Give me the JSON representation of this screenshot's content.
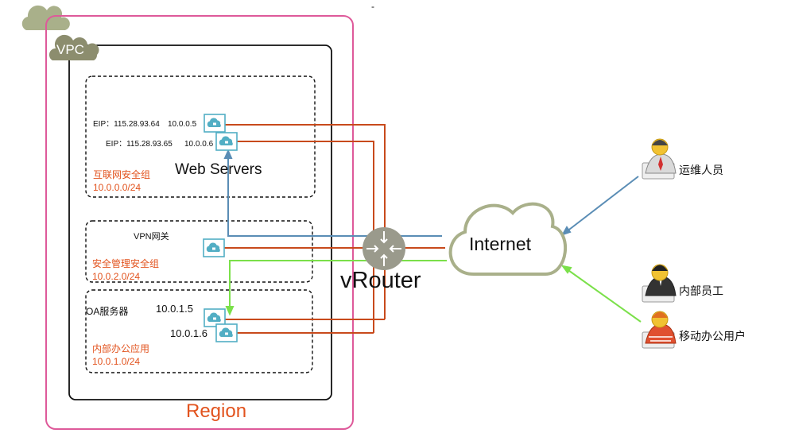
{
  "region": {
    "label": "Region"
  },
  "vpc": {
    "label": "VPC"
  },
  "web_zone": {
    "title": "Web Servers",
    "group_name": "互联网安全组",
    "cidr": "10.0.0.0/24",
    "servers": [
      {
        "eip": "EIP：115.28.93.64",
        "ip": "10.0.0.5"
      },
      {
        "eip": "EIP：115.28.93.65",
        "ip": "10.0.0.6"
      }
    ]
  },
  "vpn_zone": {
    "gateway_label": "VPN网关",
    "group_name": "安全管理安全组",
    "cidr": "10.0.2.0/24"
  },
  "oa_zone": {
    "title": "OA服务器",
    "group_name": "内部办公应用",
    "cidr": "10.0.1.0/24",
    "servers": [
      {
        "ip": "10.0.1.5"
      },
      {
        "ip": "10.0.1.6"
      }
    ]
  },
  "router": {
    "label": "vRouter",
    "icon": "router-icon"
  },
  "internet": {
    "label": "Internet",
    "icon": "cloud-icon"
  },
  "people": [
    {
      "label": "运维人员",
      "icon": "ops-person-icon"
    },
    {
      "label": "内部员工",
      "icon": "employee-person-icon"
    },
    {
      "label": "移动办公用户",
      "icon": "mobile-user-icon"
    }
  ],
  "top_mark": "-",
  "colors": {
    "region_border": "#de5a9a",
    "cloud_fill": "#a9b08a",
    "router_fill": "#9a9a8c",
    "link_red": "#c84a1c",
    "link_blue": "#5a8db5",
    "link_green": "#7be04a",
    "server_icon": "#52aec4",
    "label_orange": "#e2531e"
  }
}
